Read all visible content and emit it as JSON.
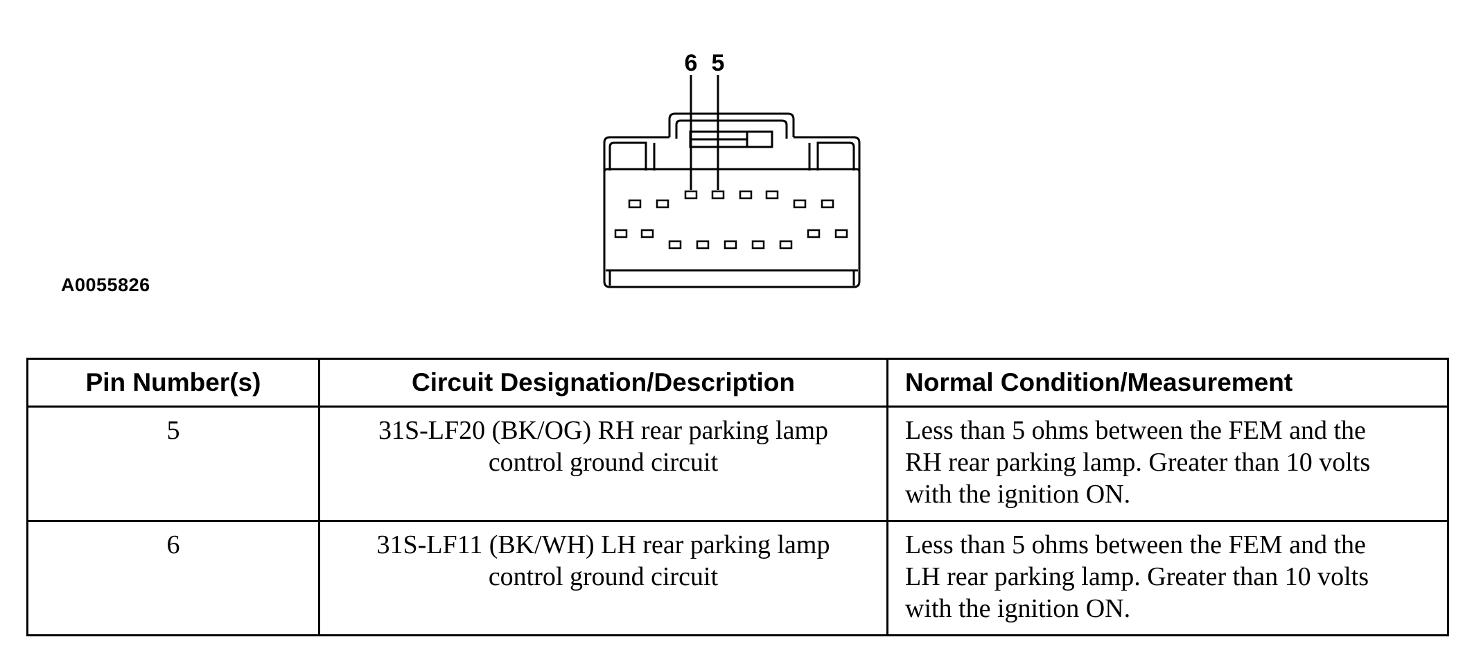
{
  "figure": {
    "id": "A0055826",
    "callouts": [
      "6",
      "5"
    ]
  },
  "table": {
    "headers": {
      "pin": "Pin Number(s)",
      "circuit": "Circuit Designation/Description",
      "condition": "Normal Condition/Measurement"
    },
    "rows": [
      {
        "pin": "5",
        "circuit_line1": "31S-LF20 (BK/OG) RH rear parking lamp",
        "circuit_line2": "control ground circuit",
        "cond_line1": "Less than 5 ohms between the FEM and the",
        "cond_line2": "RH rear parking lamp. Greater than 10 volts",
        "cond_line3": "with the ignition ON."
      },
      {
        "pin": "6",
        "circuit_line1": "31S-LF11 (BK/WH) LH rear parking lamp",
        "circuit_line2": "control ground circuit",
        "cond_line1": "Less than 5 ohms between the FEM and the",
        "cond_line2": "LH rear parking lamp. Greater than 10 volts",
        "cond_line3": "with the ignition ON."
      }
    ]
  }
}
